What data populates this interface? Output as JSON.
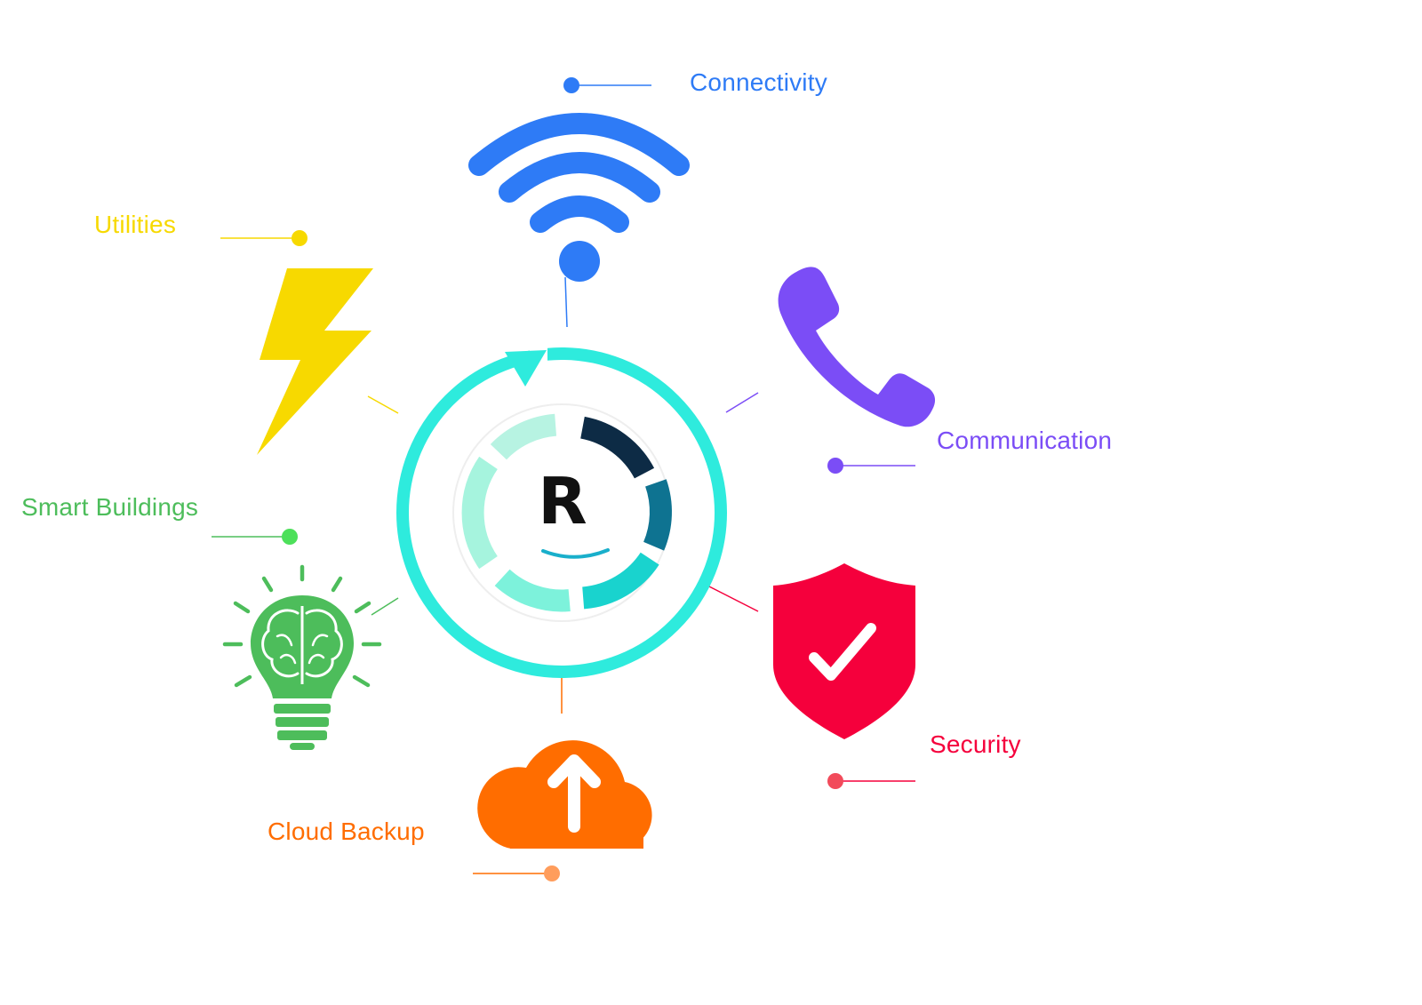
{
  "center": {
    "logo_letter": "R",
    "ring_color": "#2EEBDD",
    "segment_colors": [
      "#0D2B45",
      "#0E7391",
      "#19D3CE",
      "#7DF2DB",
      "#A6F4DE",
      "#B7F3E2"
    ]
  },
  "services": [
    {
      "id": "connectivity",
      "label": "Connectivity",
      "color": "#2E7BF6",
      "icon": "wifi-icon"
    },
    {
      "id": "utilities",
      "label": "Utilities",
      "color": "#F7D900",
      "icon": "lightning-bolt-icon"
    },
    {
      "id": "communication",
      "label": "Communication",
      "color": "#7B4DF6",
      "icon": "phone-icon"
    },
    {
      "id": "smart_buildings",
      "label": "Smart Buildings",
      "color": "#4DBD5B",
      "icon": "lightbulb-brain-icon"
    },
    {
      "id": "security",
      "label": "Security",
      "color": "#F5003C",
      "icon": "shield-check-icon"
    },
    {
      "id": "cloud_backup",
      "label": "Cloud Backup",
      "color": "#FF6D00",
      "icon": "cloud-upload-icon"
    }
  ]
}
